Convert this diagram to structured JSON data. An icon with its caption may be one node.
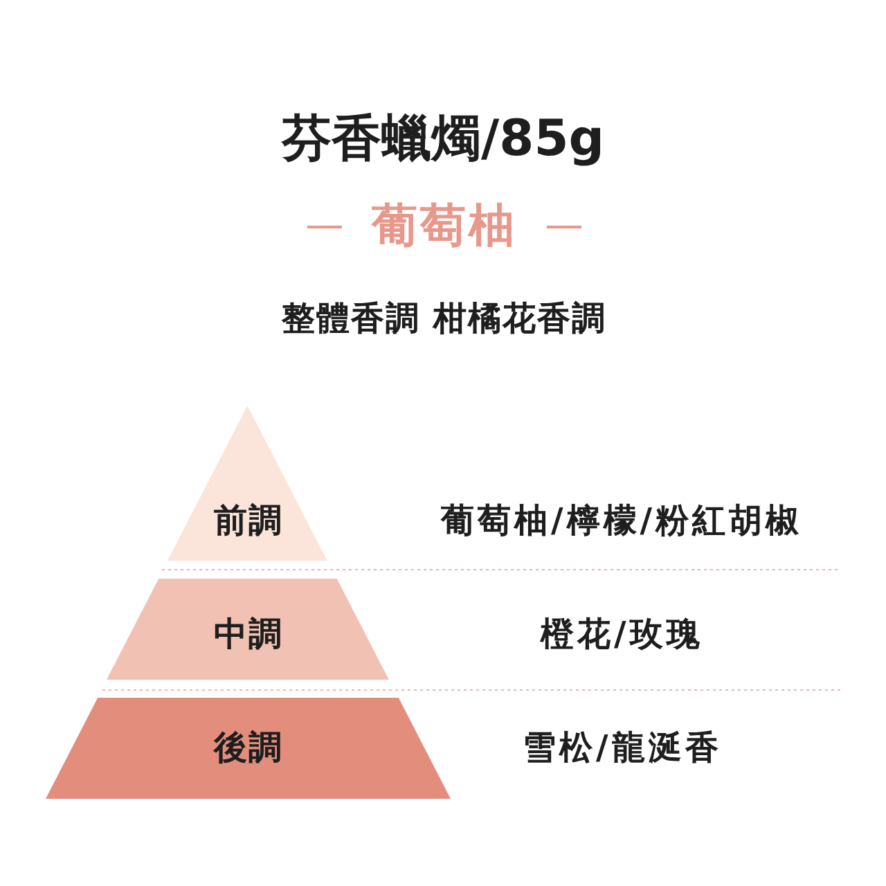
{
  "diagram": {
    "title": "芬香蠟燭/85g",
    "nodes": [
      {
        "text": [
          "前調"
        ]
      },
      {
        "text": [
          "中調"
        ]
      },
      {
        "text": [
          "後調"
        ]
      }
    ],
    "labels": [
      "葡萄柚",
      "整體香調 柑橘花香調",
      "葡萄柚/檸檬/粉紅胡椒",
      "橙花/玫瑰",
      "雪松/龍涎香"
    ]
  }
}
